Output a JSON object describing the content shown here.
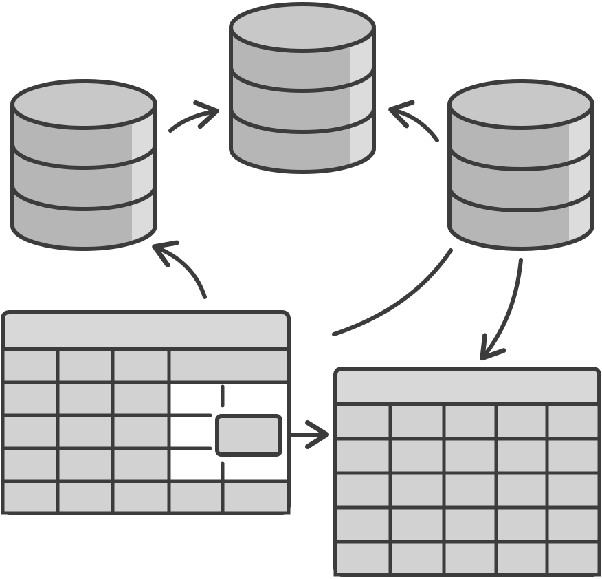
{
  "diagram": {
    "nodes": [
      {
        "id": "database-left",
        "kind": "database",
        "label": ""
      },
      {
        "id": "database-top",
        "kind": "database",
        "label": ""
      },
      {
        "id": "database-right",
        "kind": "database",
        "label": ""
      },
      {
        "id": "table-source",
        "kind": "table",
        "label": ""
      },
      {
        "id": "table-target",
        "kind": "table",
        "label": ""
      }
    ],
    "edges": [
      {
        "from": "database-left",
        "to": "database-top"
      },
      {
        "from": "database-right",
        "to": "database-top"
      },
      {
        "from": "table-source",
        "to": "database-left"
      },
      {
        "from": "database-right",
        "to": "table-source"
      },
      {
        "from": "database-right",
        "to": "table-target"
      },
      {
        "from": "table-source",
        "to": "table-target"
      }
    ],
    "colors": {
      "stroke": "#3c3c3c",
      "cylinder_top": "#c8c8c8",
      "cylinder_body": "#b6b6b6",
      "cylinder_highlight": "#dcdcdc",
      "table_header": "#d8d8d8",
      "table_cell": "#d2d2d2",
      "background": "#ffffff"
    }
  }
}
